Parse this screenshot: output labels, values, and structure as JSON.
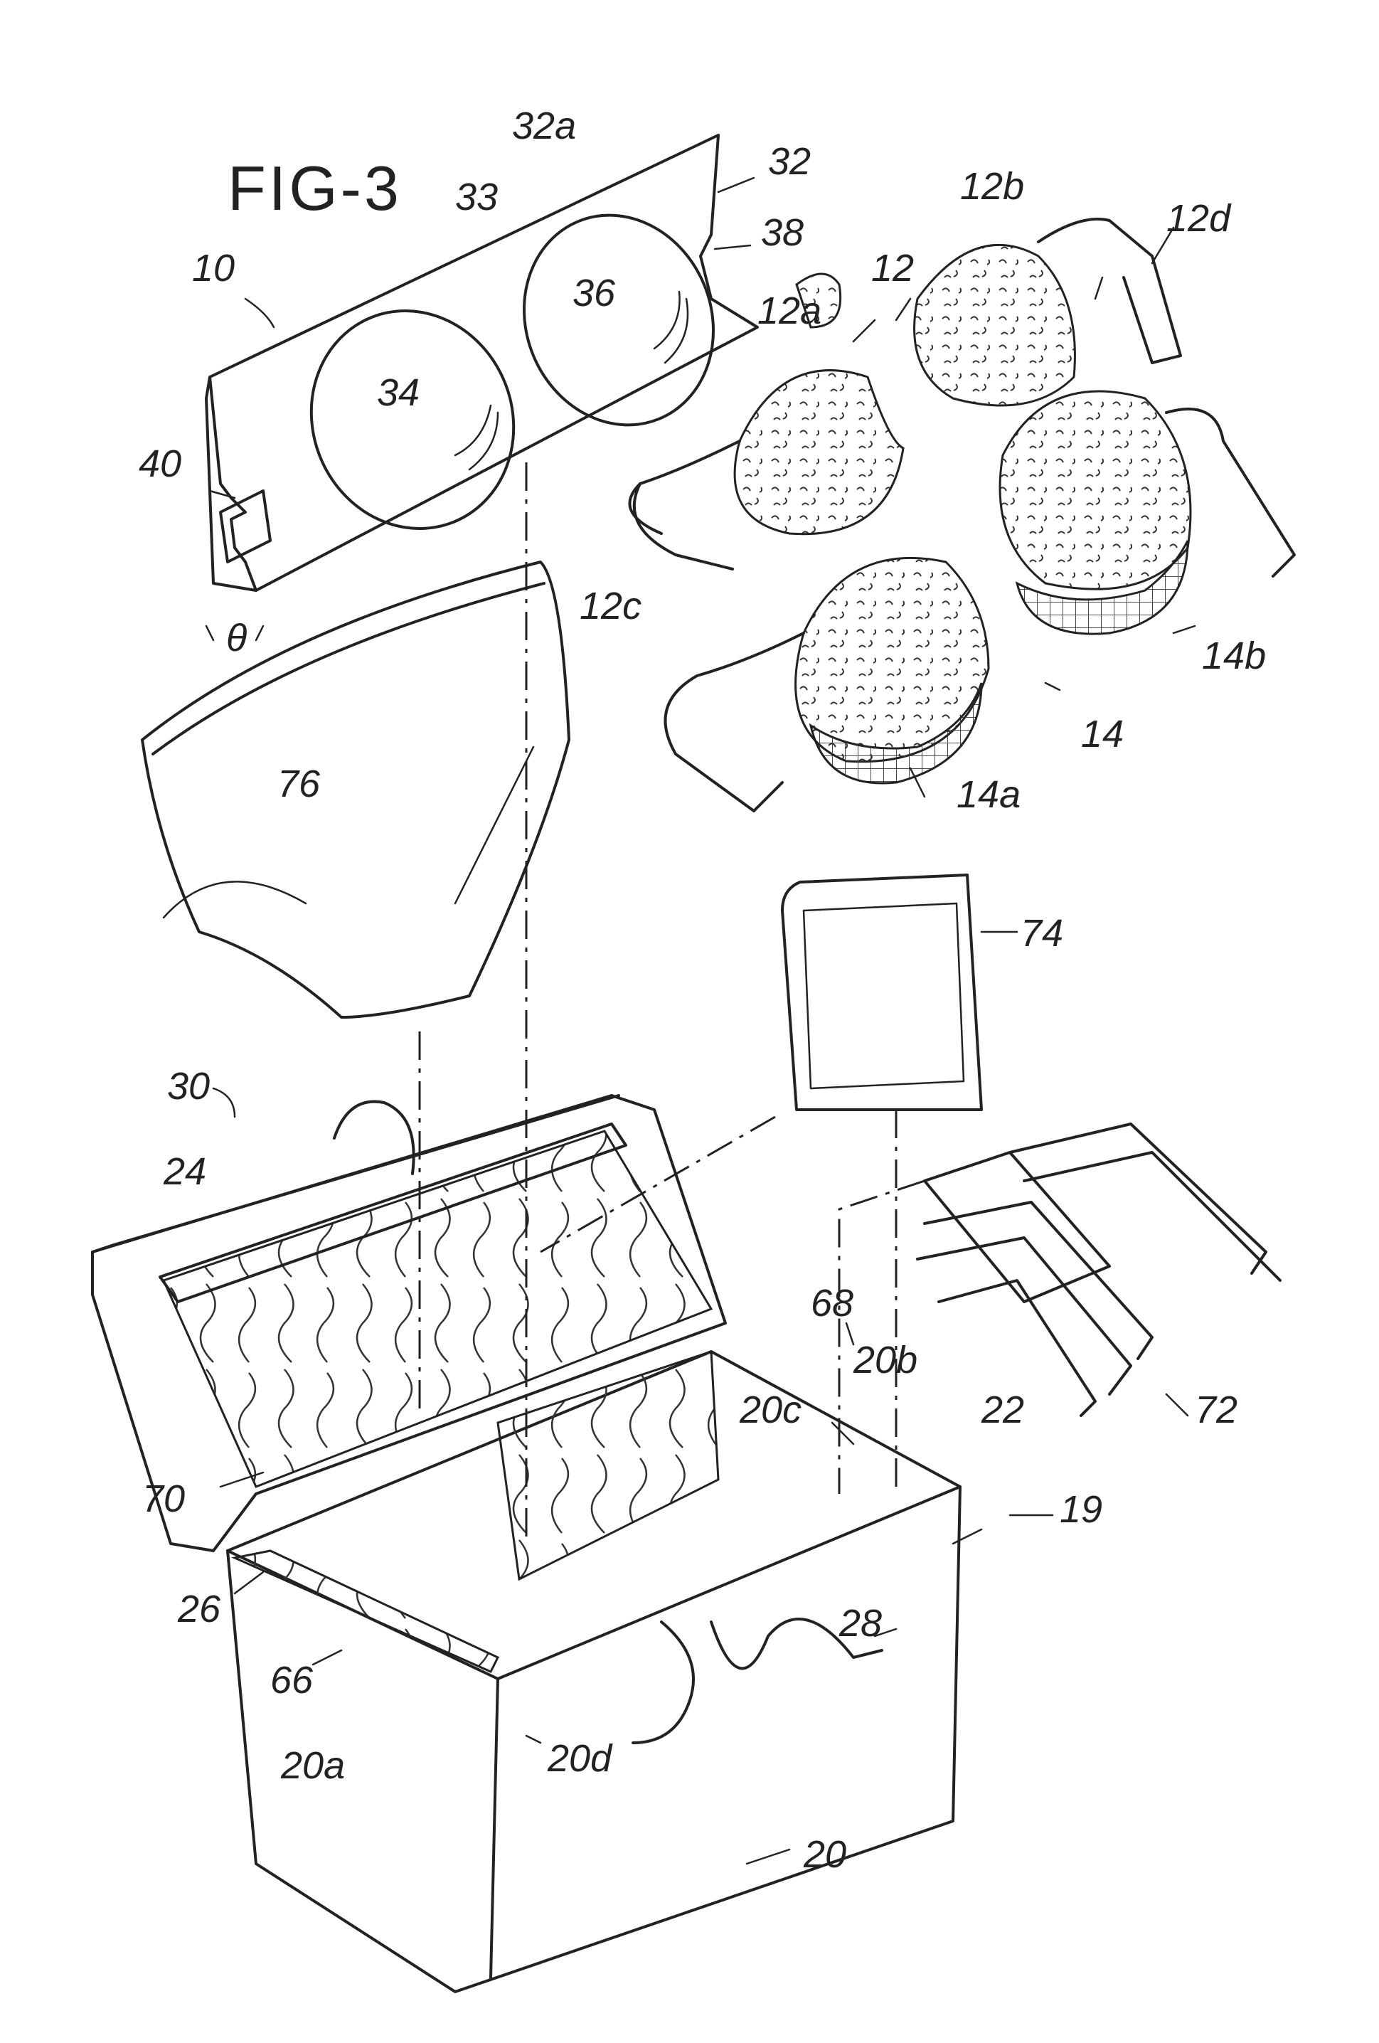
{
  "figure": {
    "title": "FIG-3"
  },
  "labels": {
    "l10": "10",
    "l32": "32",
    "l32a": "32a",
    "l33": "33",
    "l34": "34",
    "l36": "36",
    "l38": "38",
    "l40": "40",
    "theta": "θ",
    "l12": "12",
    "l12a": "12a",
    "l12b": "12b",
    "l12c": "12c",
    "l12d": "12d",
    "l14": "14",
    "l14a": "14a",
    "l14b": "14b",
    "l76": "76",
    "l74": "74",
    "l72": "72",
    "l30": "30",
    "l24": "24",
    "l68": "68",
    "l20b": "20b",
    "l22": "22",
    "l20c": "20c",
    "l19": "19",
    "l70": "70",
    "l26": "26",
    "l66": "66",
    "l28": "28",
    "l20a": "20a",
    "l20d": "20d",
    "l20": "20"
  }
}
